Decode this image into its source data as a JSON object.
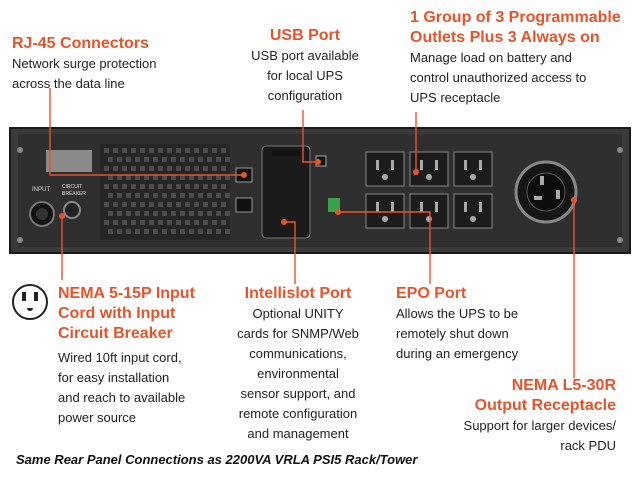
{
  "callouts": {
    "rj45": {
      "title": "RJ-45 Connectors",
      "desc": [
        "Network surge protection",
        "across the data line"
      ]
    },
    "usb": {
      "title": "USB Port",
      "desc": [
        "USB port available",
        "for local UPS",
        "configuration"
      ]
    },
    "outlets": {
      "title": [
        "1  Group of 3 Programmable",
        "Outlets Plus 3 Always on"
      ],
      "desc": [
        "Manage load on battery and",
        "control unauthorized access to",
        "UPS receptacle"
      ]
    },
    "nema515": {
      "title": [
        "NEMA 5-15P Input",
        "Cord with Input",
        "Circuit Breaker"
      ],
      "desc": [
        "Wired 10ft input cord,",
        "for easy installation",
        "and reach to available",
        "power source"
      ]
    },
    "intellislot": {
      "title": "Intellislot Port",
      "desc": [
        "Optional UNITY",
        "cards for SNMP/Web",
        "communications,",
        "environmental",
        "sensor support, and",
        "remote configuration",
        "and management"
      ]
    },
    "epo": {
      "title": "EPO Port",
      "desc": [
        "Allows the UPS to be",
        "remotely shut down",
        "during an emergency"
      ]
    },
    "nemal530": {
      "title": [
        "NEMA L5-30R",
        "Output Receptacle"
      ],
      "desc": [
        "Support for larger devices/",
        "rack PDU"
      ]
    }
  },
  "panel_labels": {
    "input": "INPUT",
    "breaker": [
      "CIRCUIT",
      "BREAKER"
    ]
  },
  "footer": "Same Rear Panel Connections as 2200VA VRLA PSI5 Rack/Tower",
  "colors": {
    "accent": "#e8542a",
    "panel_dark": "#2b2b2b",
    "panel_mid": "#4a4a4a",
    "text": "#222222"
  }
}
